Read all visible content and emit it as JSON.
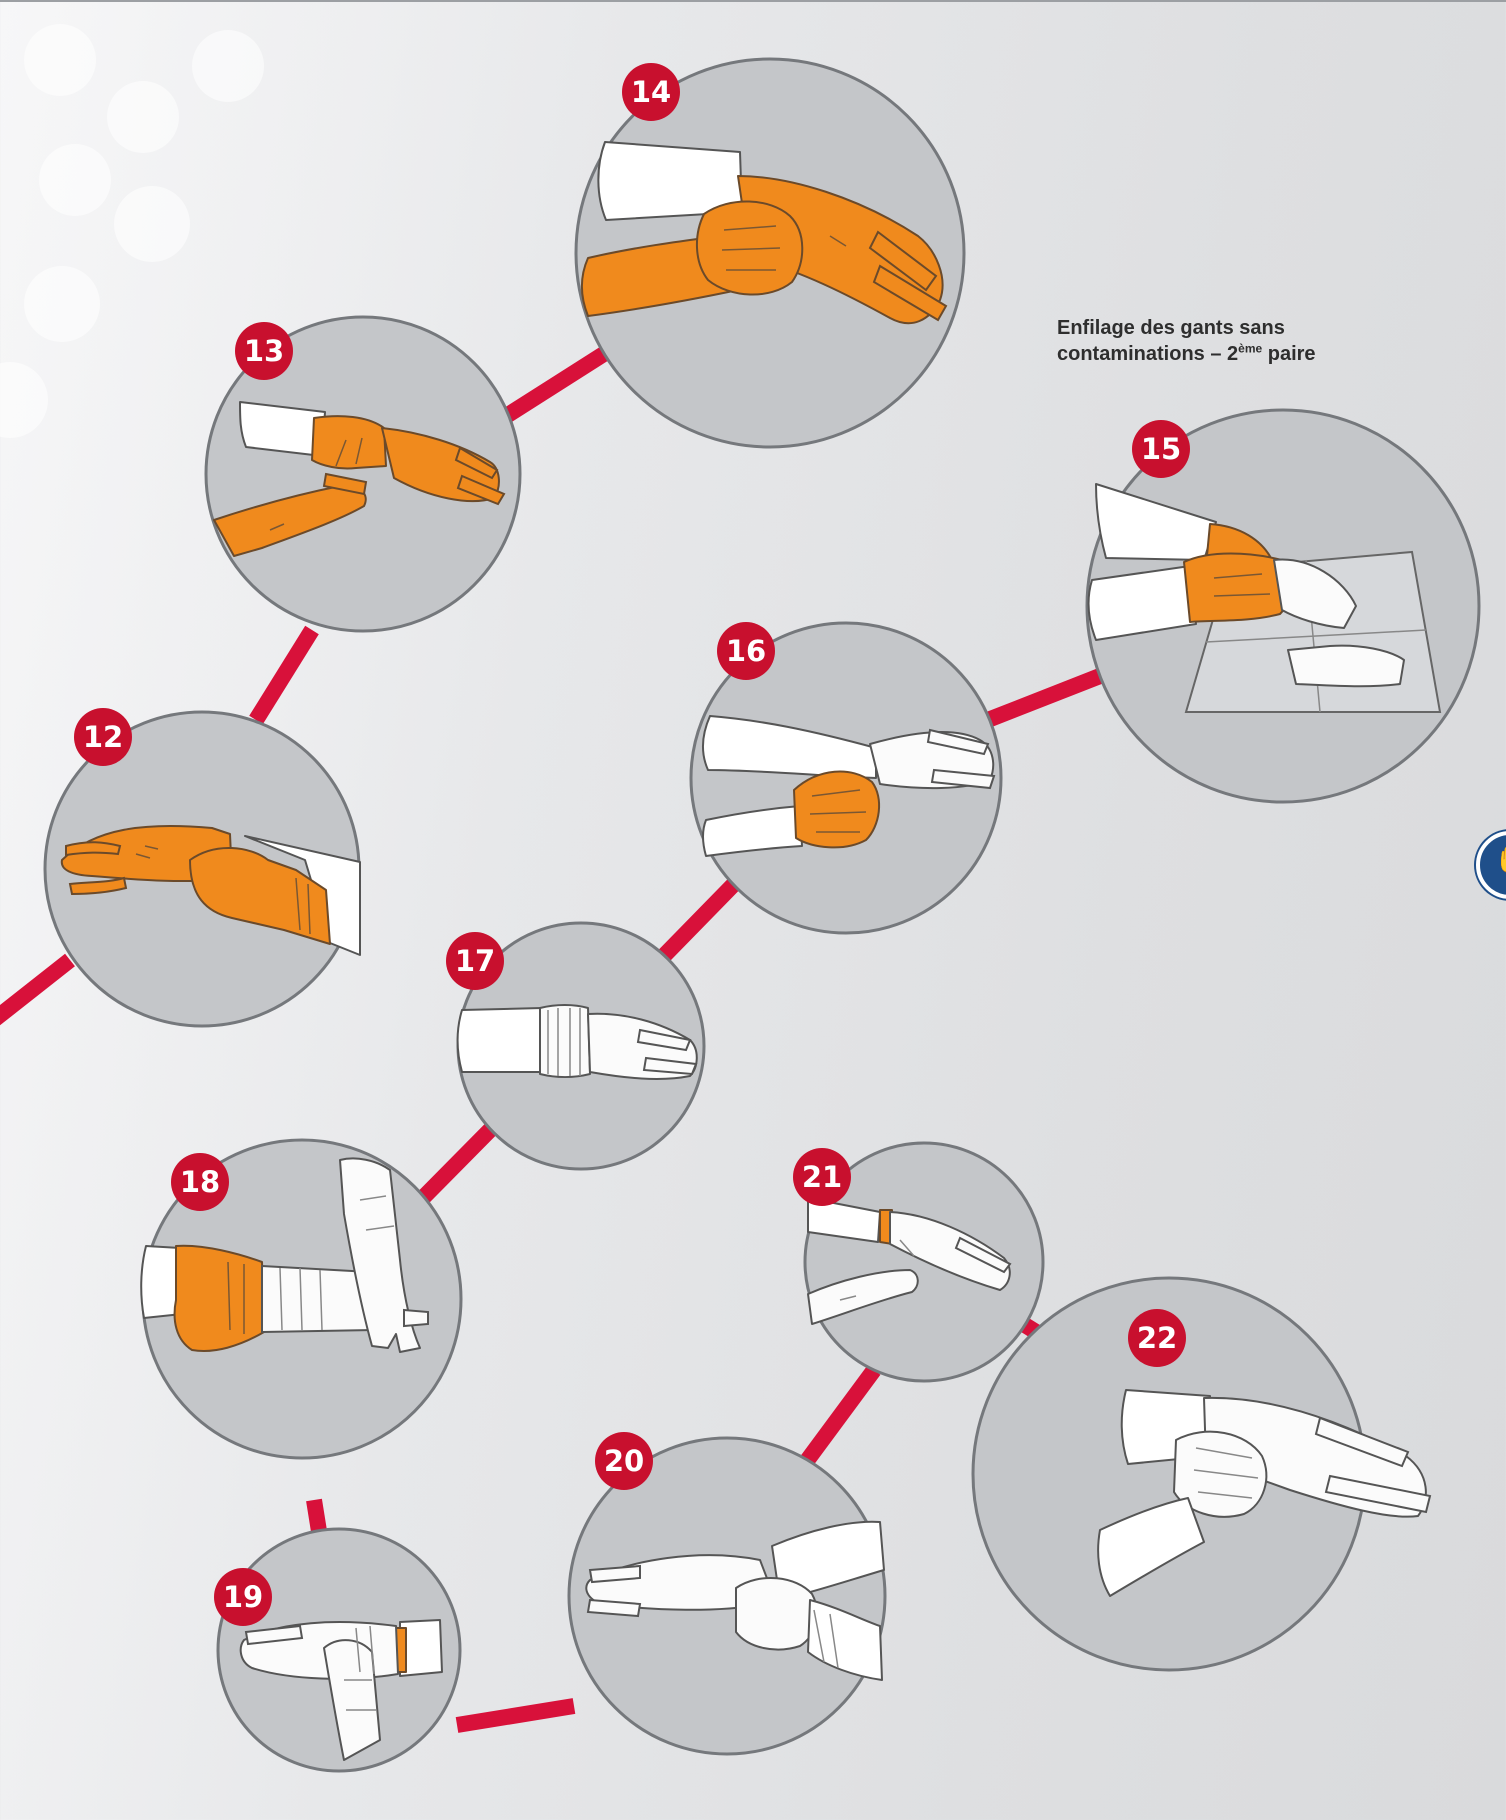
{
  "title": {
    "line1": "Enfilage des gants sans",
    "line2_prefix": "contaminations – 2",
    "line2_sup": "ème",
    "line2_suffix": " paire"
  },
  "steps": [
    {
      "number": "12",
      "glove": "orange"
    },
    {
      "number": "13",
      "glove": "orange"
    },
    {
      "number": "14",
      "glove": "orange"
    },
    {
      "number": "15",
      "glove": "white"
    },
    {
      "number": "16",
      "glove": "white"
    },
    {
      "number": "17",
      "glove": "white"
    },
    {
      "number": "18",
      "glove": "white"
    },
    {
      "number": "19",
      "glove": "white"
    },
    {
      "number": "20",
      "glove": "white"
    },
    {
      "number": "21",
      "glove": "white"
    },
    {
      "number": "22",
      "glove": "white"
    }
  ],
  "colors": {
    "connector": "#d8113a",
    "badge": "#c8102e",
    "step_disc": "#c4c6c9",
    "orange_glove": "#f08a1d",
    "white_glove": "#fbfbfb",
    "edge_badge": "#1f4f8a"
  },
  "icons": {
    "edge_badge": "glove-icon"
  }
}
